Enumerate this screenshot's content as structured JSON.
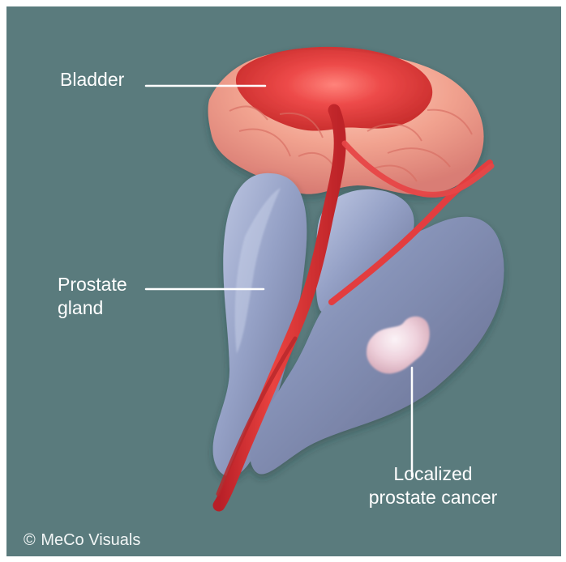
{
  "figure": {
    "background_color": "#5a7b7d",
    "frame_color": "#ffffff",
    "labels": {
      "bladder": "Bladder",
      "prostate_gland": [
        "Prostate",
        "gland"
      ],
      "localized_prostate_cancer": [
        "Localized",
        "prostate cancer"
      ]
    },
    "copyright": {
      "symbol": "©",
      "text": "MeCo Visuals"
    }
  },
  "colors": {
    "bladder": "#f0a08f",
    "urethra": "#d83434",
    "prostate": "#7f89ad",
    "cancer": "#f3d8de",
    "leader_line": "#ffffff"
  }
}
